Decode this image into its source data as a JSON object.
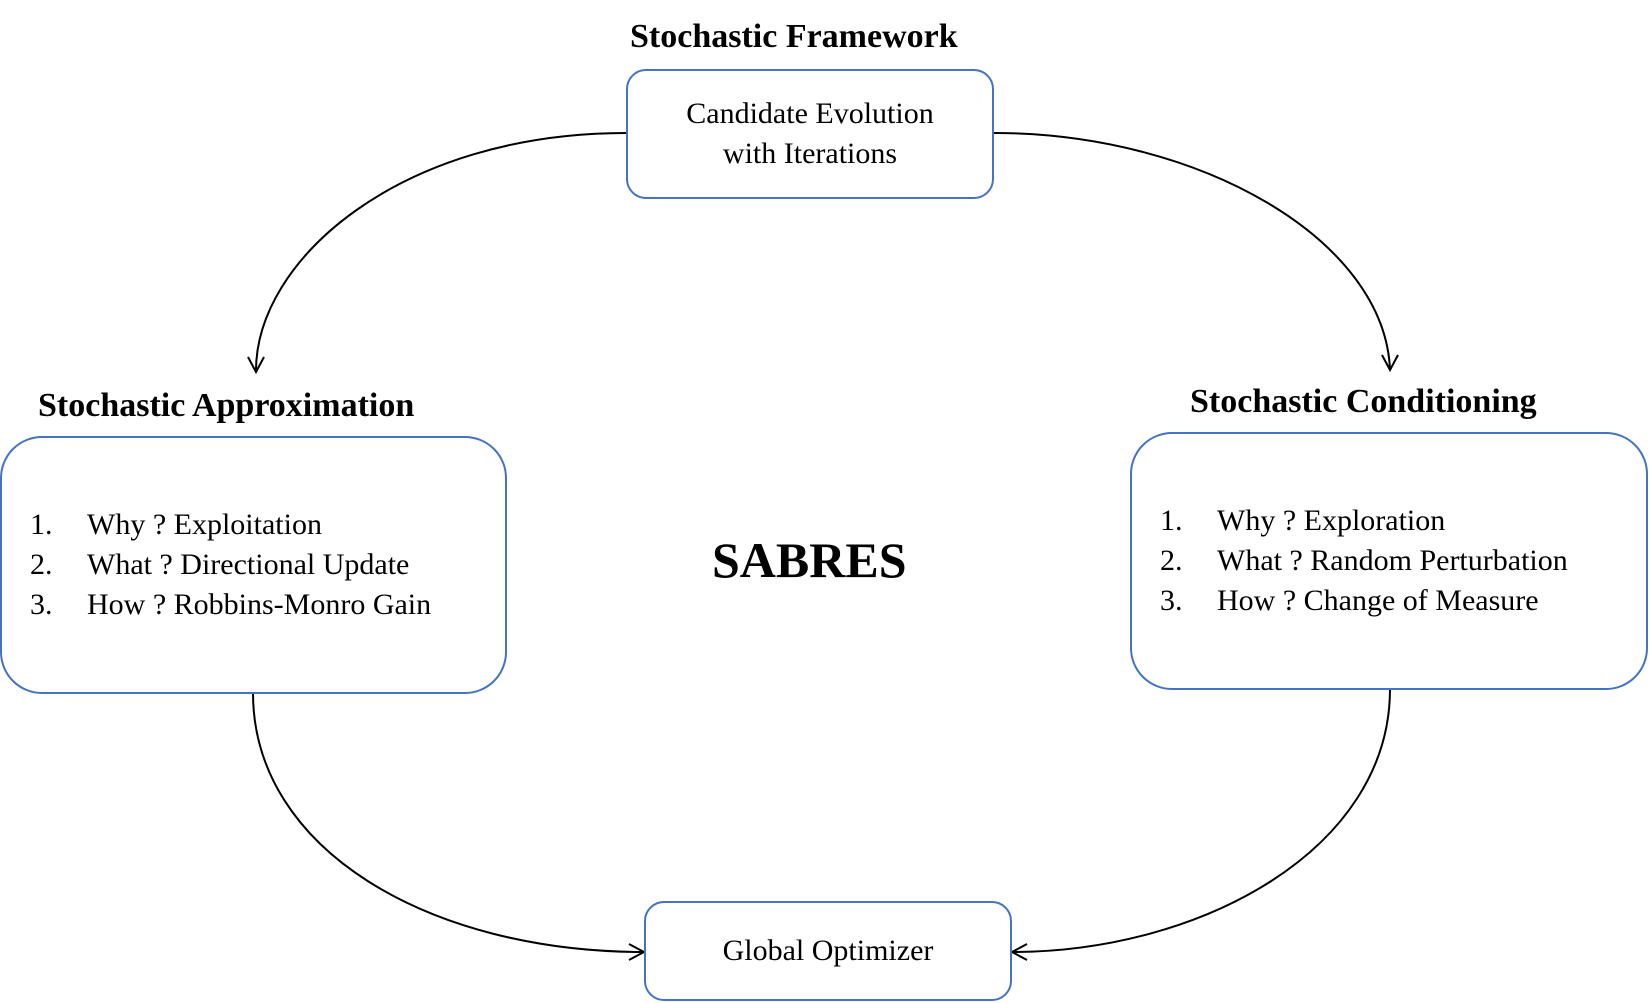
{
  "top": {
    "heading": "Stochastic Framework",
    "box_line1": "Candidate Evolution",
    "box_line2": "with Iterations"
  },
  "left": {
    "heading": "Stochastic Approximation",
    "items": [
      {
        "num": "1.",
        "text": "Why ? Exploitation"
      },
      {
        "num": "2.",
        "text": "What ? Directional Update"
      },
      {
        "num": "3.",
        "text": "How ? Robbins-Monro Gain"
      }
    ]
  },
  "right": {
    "heading": "Stochastic Conditioning",
    "items": [
      {
        "num": "1.",
        "text": "Why ? Exploration"
      },
      {
        "num": "2.",
        "text": "What ? Random Perturbation"
      },
      {
        "num": "3.",
        "text": "How ? Change of Measure"
      }
    ]
  },
  "center": {
    "title": "SABRES"
  },
  "bottom": {
    "box_label": "Global Optimizer"
  },
  "colors": {
    "box_border": "#4472c4",
    "connector": "#000000"
  }
}
